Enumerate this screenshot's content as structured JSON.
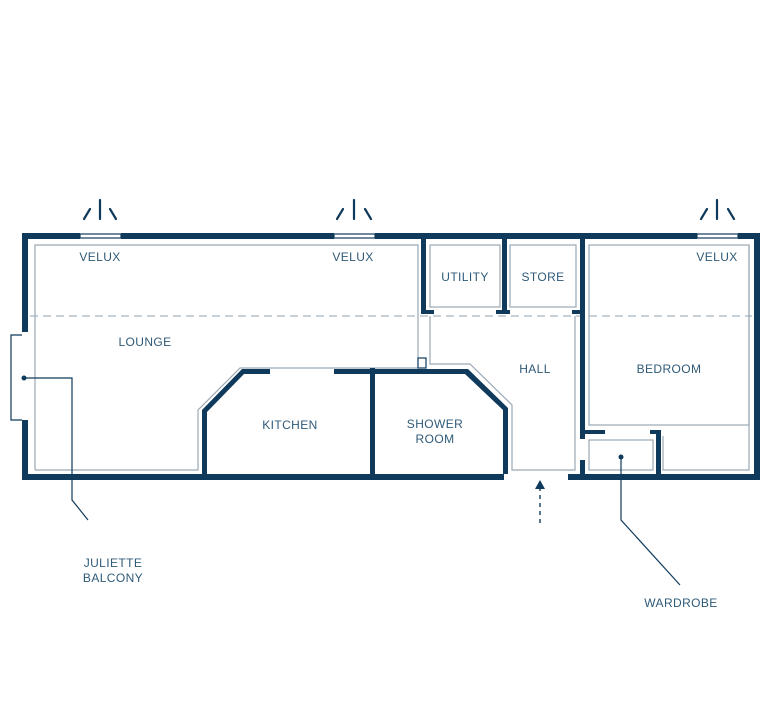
{
  "rooms": {
    "lounge": "LOUNGE",
    "kitchen": "KITCHEN",
    "shower_room_line1": "SHOWER",
    "shower_room_line2": "ROOM",
    "utility": "UTILITY",
    "store": "STORE",
    "hall": "HALL",
    "bedroom": "BEDROOM"
  },
  "windows": {
    "velux_left": "VELUX",
    "velux_middle": "VELUX",
    "velux_right": "VELUX"
  },
  "callouts": {
    "juliette_line1": "JULIETTE",
    "juliette_line2": "BALCONY",
    "wardrobe": "WARDROBE"
  },
  "colors": {
    "wall": "#0f3a5c",
    "label": "#2f5a78",
    "inner_line": "#9aa8b4",
    "dashed_line": "#b6c2cc"
  }
}
